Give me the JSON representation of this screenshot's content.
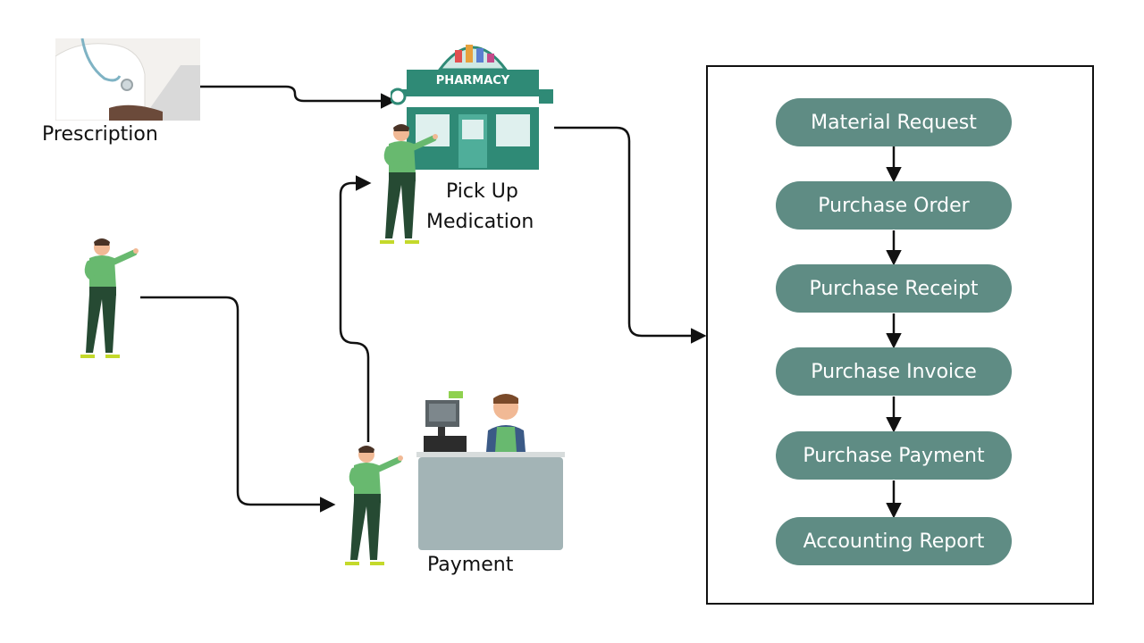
{
  "colors": {
    "step_fill": "#5f8c84",
    "pharmacy_green": "#2f8a76",
    "shirt": "#68b96f",
    "pants": "#264a33",
    "counter": "#a3b4b6"
  },
  "nodes": {
    "prescription": "Prescription",
    "pickup_line1": "Pick Up",
    "pickup_line2": "Medication",
    "payment": "Payment",
    "pharmacy_sign": "PHARMACY"
  },
  "steps": [
    "Material Request",
    "Purchase Order",
    "Purchase Receipt",
    "Purchase Invoice",
    "Purchase Payment",
    "Accounting Report"
  ],
  "icons": [
    "doctor-laptop-icon",
    "pharmacy-store-icon",
    "person-pointing-icon",
    "cashier-counter-icon"
  ]
}
